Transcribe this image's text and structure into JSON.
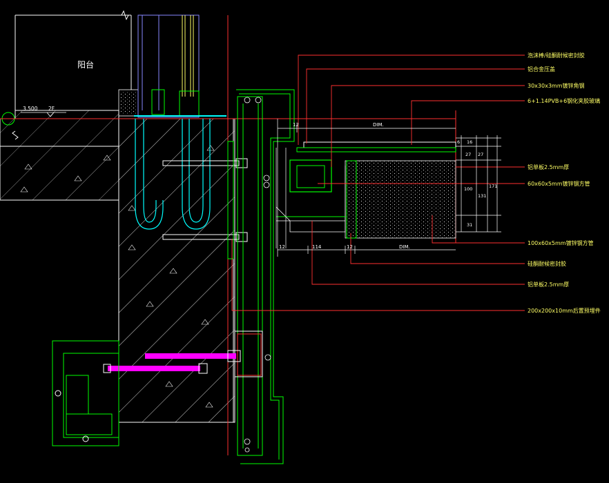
{
  "drawing": {
    "room_label": "阳台",
    "level_mark": "3.500",
    "floor_mark": "2F",
    "callouts": [
      "泡沫棒/硅酮耐候密封胶",
      "铝合金压盖",
      "30x30x3mm镀锌角钢",
      "6+1.14PVB+6钢化夹胶玻璃",
      "铝单板2.5mm厚",
      "60x60x5mm镀锌钢方管",
      "100x60x5mm镀锌钢方管",
      "硅酮耐候密封胶",
      "铝单板2.5mm厚",
      "200x200x10mm后置预埋件"
    ],
    "dims_top": [
      "12",
      "DIM."
    ],
    "dims_bottom": [
      "12",
      "114",
      "12",
      "DIM."
    ],
    "dims_right": [
      "6",
      "16",
      "27",
      "27",
      "100",
      "131",
      "171",
      "31"
    ]
  },
  "colors": {
    "background": "#000000",
    "concrete": "#ffffff",
    "steel": "#00ff00",
    "glass": "#ff00ff",
    "leader": "#ff0000",
    "text": "#ffff66"
  }
}
